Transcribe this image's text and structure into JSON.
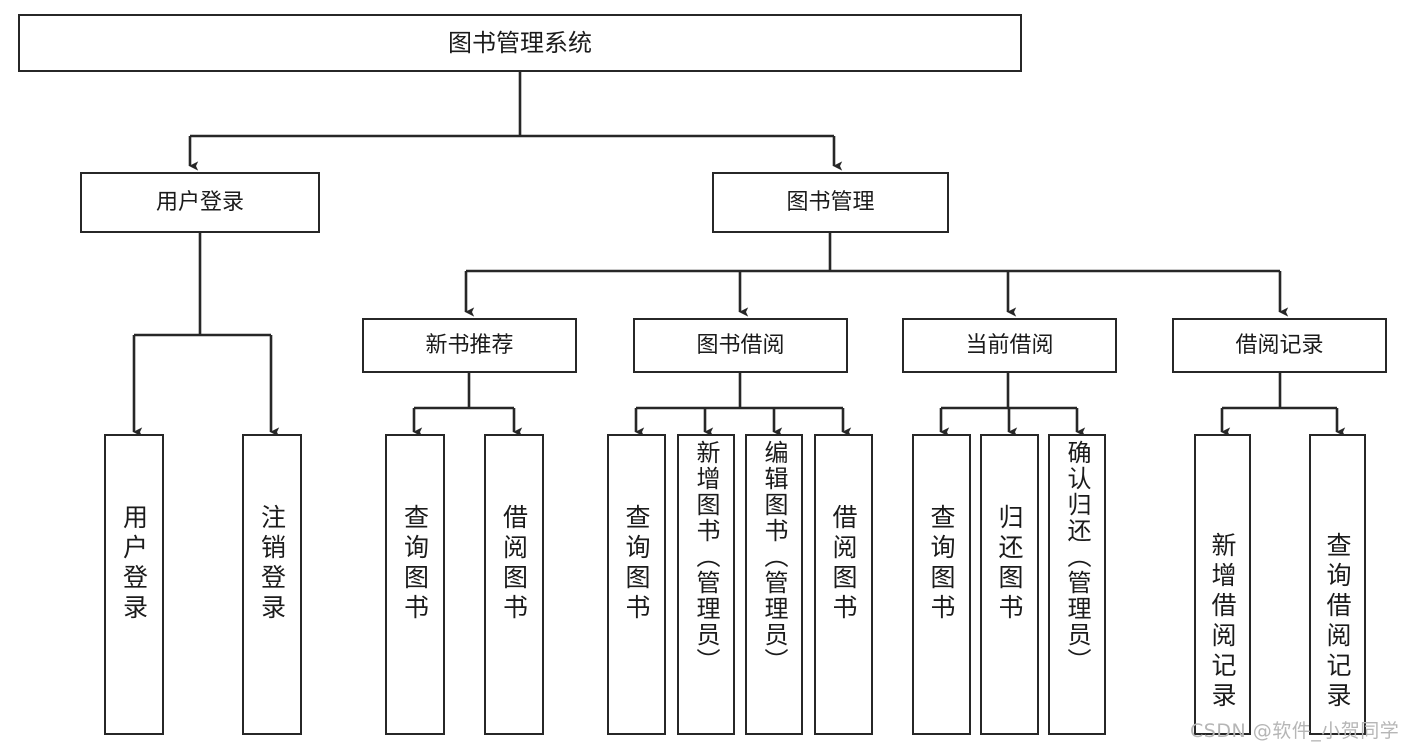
{
  "diagram": {
    "title": "图书管理系统",
    "type": "tree-hierarchy",
    "watermark": "CSDN @软件_小贺同学",
    "colors": {
      "stroke": "#272727",
      "fill": "#ffffff",
      "text": "#1b1b1b",
      "watermark": "#b6b6b6"
    },
    "root": {
      "label": "图书管理系统"
    },
    "level1": [
      {
        "label": "用户登录"
      },
      {
        "label": "图书管理"
      }
    ],
    "level2": [
      {
        "label": "新书推荐"
      },
      {
        "label": "图书借阅"
      },
      {
        "label": "当前借阅"
      },
      {
        "label": "借阅记录"
      }
    ],
    "leaves": {
      "user_login": [
        {
          "label": "用户登录"
        },
        {
          "label": "注销登录"
        }
      ],
      "new_book": [
        {
          "label": "查询图书"
        },
        {
          "label": "借阅图书"
        }
      ],
      "book_borrow": [
        {
          "label": "查询图书"
        },
        {
          "label": "新增图书（管理员）"
        },
        {
          "label": "编辑图书（管理员）"
        },
        {
          "label": "借阅图书"
        }
      ],
      "current_borrow": [
        {
          "label": "查询图书"
        },
        {
          "label": "归还图书"
        },
        {
          "label": "确认归还（管理员）"
        }
      ],
      "borrow_record": [
        {
          "label": "新增借阅记录"
        },
        {
          "label": "查询借阅记录"
        }
      ]
    }
  }
}
